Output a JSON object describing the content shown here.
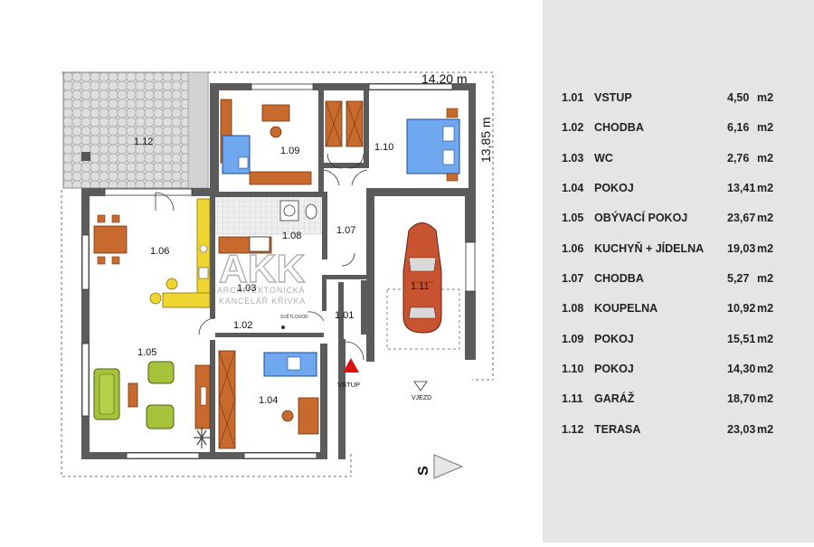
{
  "plan": {
    "dim_width": "14,20 m",
    "dim_depth": "13,85 m",
    "entrance_label": "VSTUP",
    "drive_label": "VJEZD",
    "skylight_label": "SVĚTLOVOD",
    "north_label": "S",
    "watermark_logo": "AKK",
    "watermark_line1": "ARCHITEKTONICKÁ",
    "watermark_line2": "KANCELÁŘ KŘIVKA",
    "room_labels": [
      "1.12",
      "1.09",
      "1.10",
      "1.06",
      "1.08",
      "1.07",
      "1.03",
      "1.11",
      "1.02",
      "1.01",
      "1.05",
      "1.04"
    ]
  },
  "legend": {
    "rows": [
      {
        "num": "1.01",
        "name": "VSTUP",
        "area": "4,50",
        "unit": "m2"
      },
      {
        "num": "1.02",
        "name": "CHODBA",
        "area": "6,16",
        "unit": "m2"
      },
      {
        "num": "1.03",
        "name": "WC",
        "area": "2,76",
        "unit": "m2"
      },
      {
        "num": "1.04",
        "name": "POKOJ",
        "area": "13,41",
        "unit": "m2"
      },
      {
        "num": "1.05",
        "name": "OBÝVACÍ POKOJ",
        "area": "23,67",
        "unit": "m2"
      },
      {
        "num": "1.06",
        "name": "KUCHYŇ + JÍDELNA",
        "area": "19,03",
        "unit": "m2"
      },
      {
        "num": "1.07",
        "name": "CHODBA",
        "area": "5,27",
        "unit": "m2"
      },
      {
        "num": "1.08",
        "name": "KOUPELNA",
        "area": "10,92",
        "unit": "m2"
      },
      {
        "num": "1.09",
        "name": "POKOJ",
        "area": "15,51",
        "unit": "m2"
      },
      {
        "num": "1.10",
        "name": "POKOJ",
        "area": "14,30",
        "unit": "m2"
      },
      {
        "num": "1.11",
        "name": "GARÁŽ",
        "area": "18,70",
        "unit": "m2"
      },
      {
        "num": "1.12",
        "name": "TERASA",
        "area": "23,03",
        "unit": "m2"
      }
    ]
  },
  "colors": {
    "wall": "#5b5b5b",
    "bed": "#6fa8ee",
    "cabinet": "#c86a2d",
    "kitchen": "#efd531",
    "sofa": "#a6c23b",
    "car": "#c85330",
    "entrance_marker": "#e01010",
    "panel_bg": "#e5e5e5"
  }
}
